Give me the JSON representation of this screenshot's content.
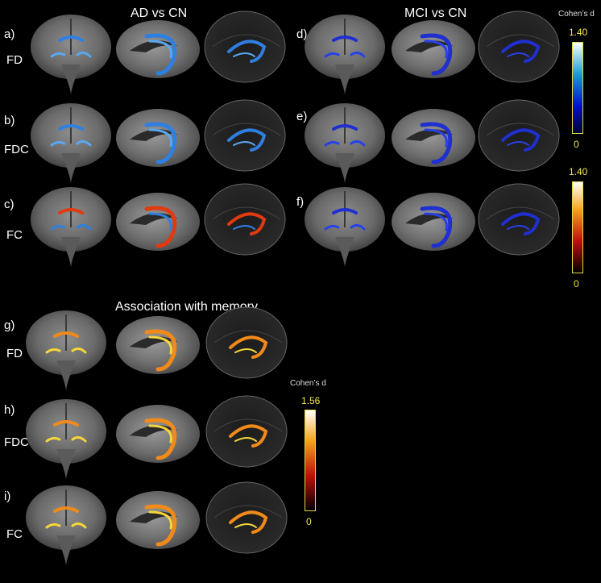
{
  "titles": {
    "ad_vs_cn": "AD vs CN",
    "mci_vs_cn": "MCI vs CN",
    "association": "Association with memory"
  },
  "panels": [
    {
      "id": "a",
      "label": "a)",
      "metric": "FD",
      "group": "ad",
      "color": "blue"
    },
    {
      "id": "b",
      "label": "b)",
      "metric": "FDC",
      "group": "ad",
      "color": "blue"
    },
    {
      "id": "c",
      "label": "c)",
      "metric": "FC",
      "group": "ad",
      "color": "mixed"
    },
    {
      "id": "d",
      "label": "d)",
      "metric": "",
      "group": "mci",
      "color": "darkblue"
    },
    {
      "id": "e",
      "label": "e)",
      "metric": "",
      "group": "mci",
      "color": "darkblue"
    },
    {
      "id": "f",
      "label": "f)",
      "metric": "",
      "group": "mci",
      "color": "darkblue"
    },
    {
      "id": "g",
      "label": "g)",
      "metric": "FD",
      "group": "assoc",
      "color": "hot"
    },
    {
      "id": "h",
      "label": "h)",
      "metric": "FDC",
      "group": "assoc",
      "color": "hot"
    },
    {
      "id": "i",
      "label": "i)",
      "metric": "FC",
      "group": "assoc",
      "color": "hot"
    }
  ],
  "colorbars": {
    "top": {
      "title": "Cohen’s d",
      "max": "1.40",
      "min": "0",
      "scheme": "blue-cyan-white"
    },
    "mid": {
      "title": "",
      "max": "1.40",
      "min": "0",
      "scheme": "black-red-yellow-white"
    },
    "assoc": {
      "title": "Cohen’s d",
      "max": "1.56",
      "min": "0",
      "scheme": "black-red-yellow-white"
    }
  },
  "colors": {
    "background": "#000000",
    "blue": "#2f7fe0",
    "darkblue": "#1f2fd0",
    "red": "#e03a10",
    "orange": "#f08a1a",
    "yellow": "#f5d63a",
    "label_accent": "#e7d64a"
  }
}
